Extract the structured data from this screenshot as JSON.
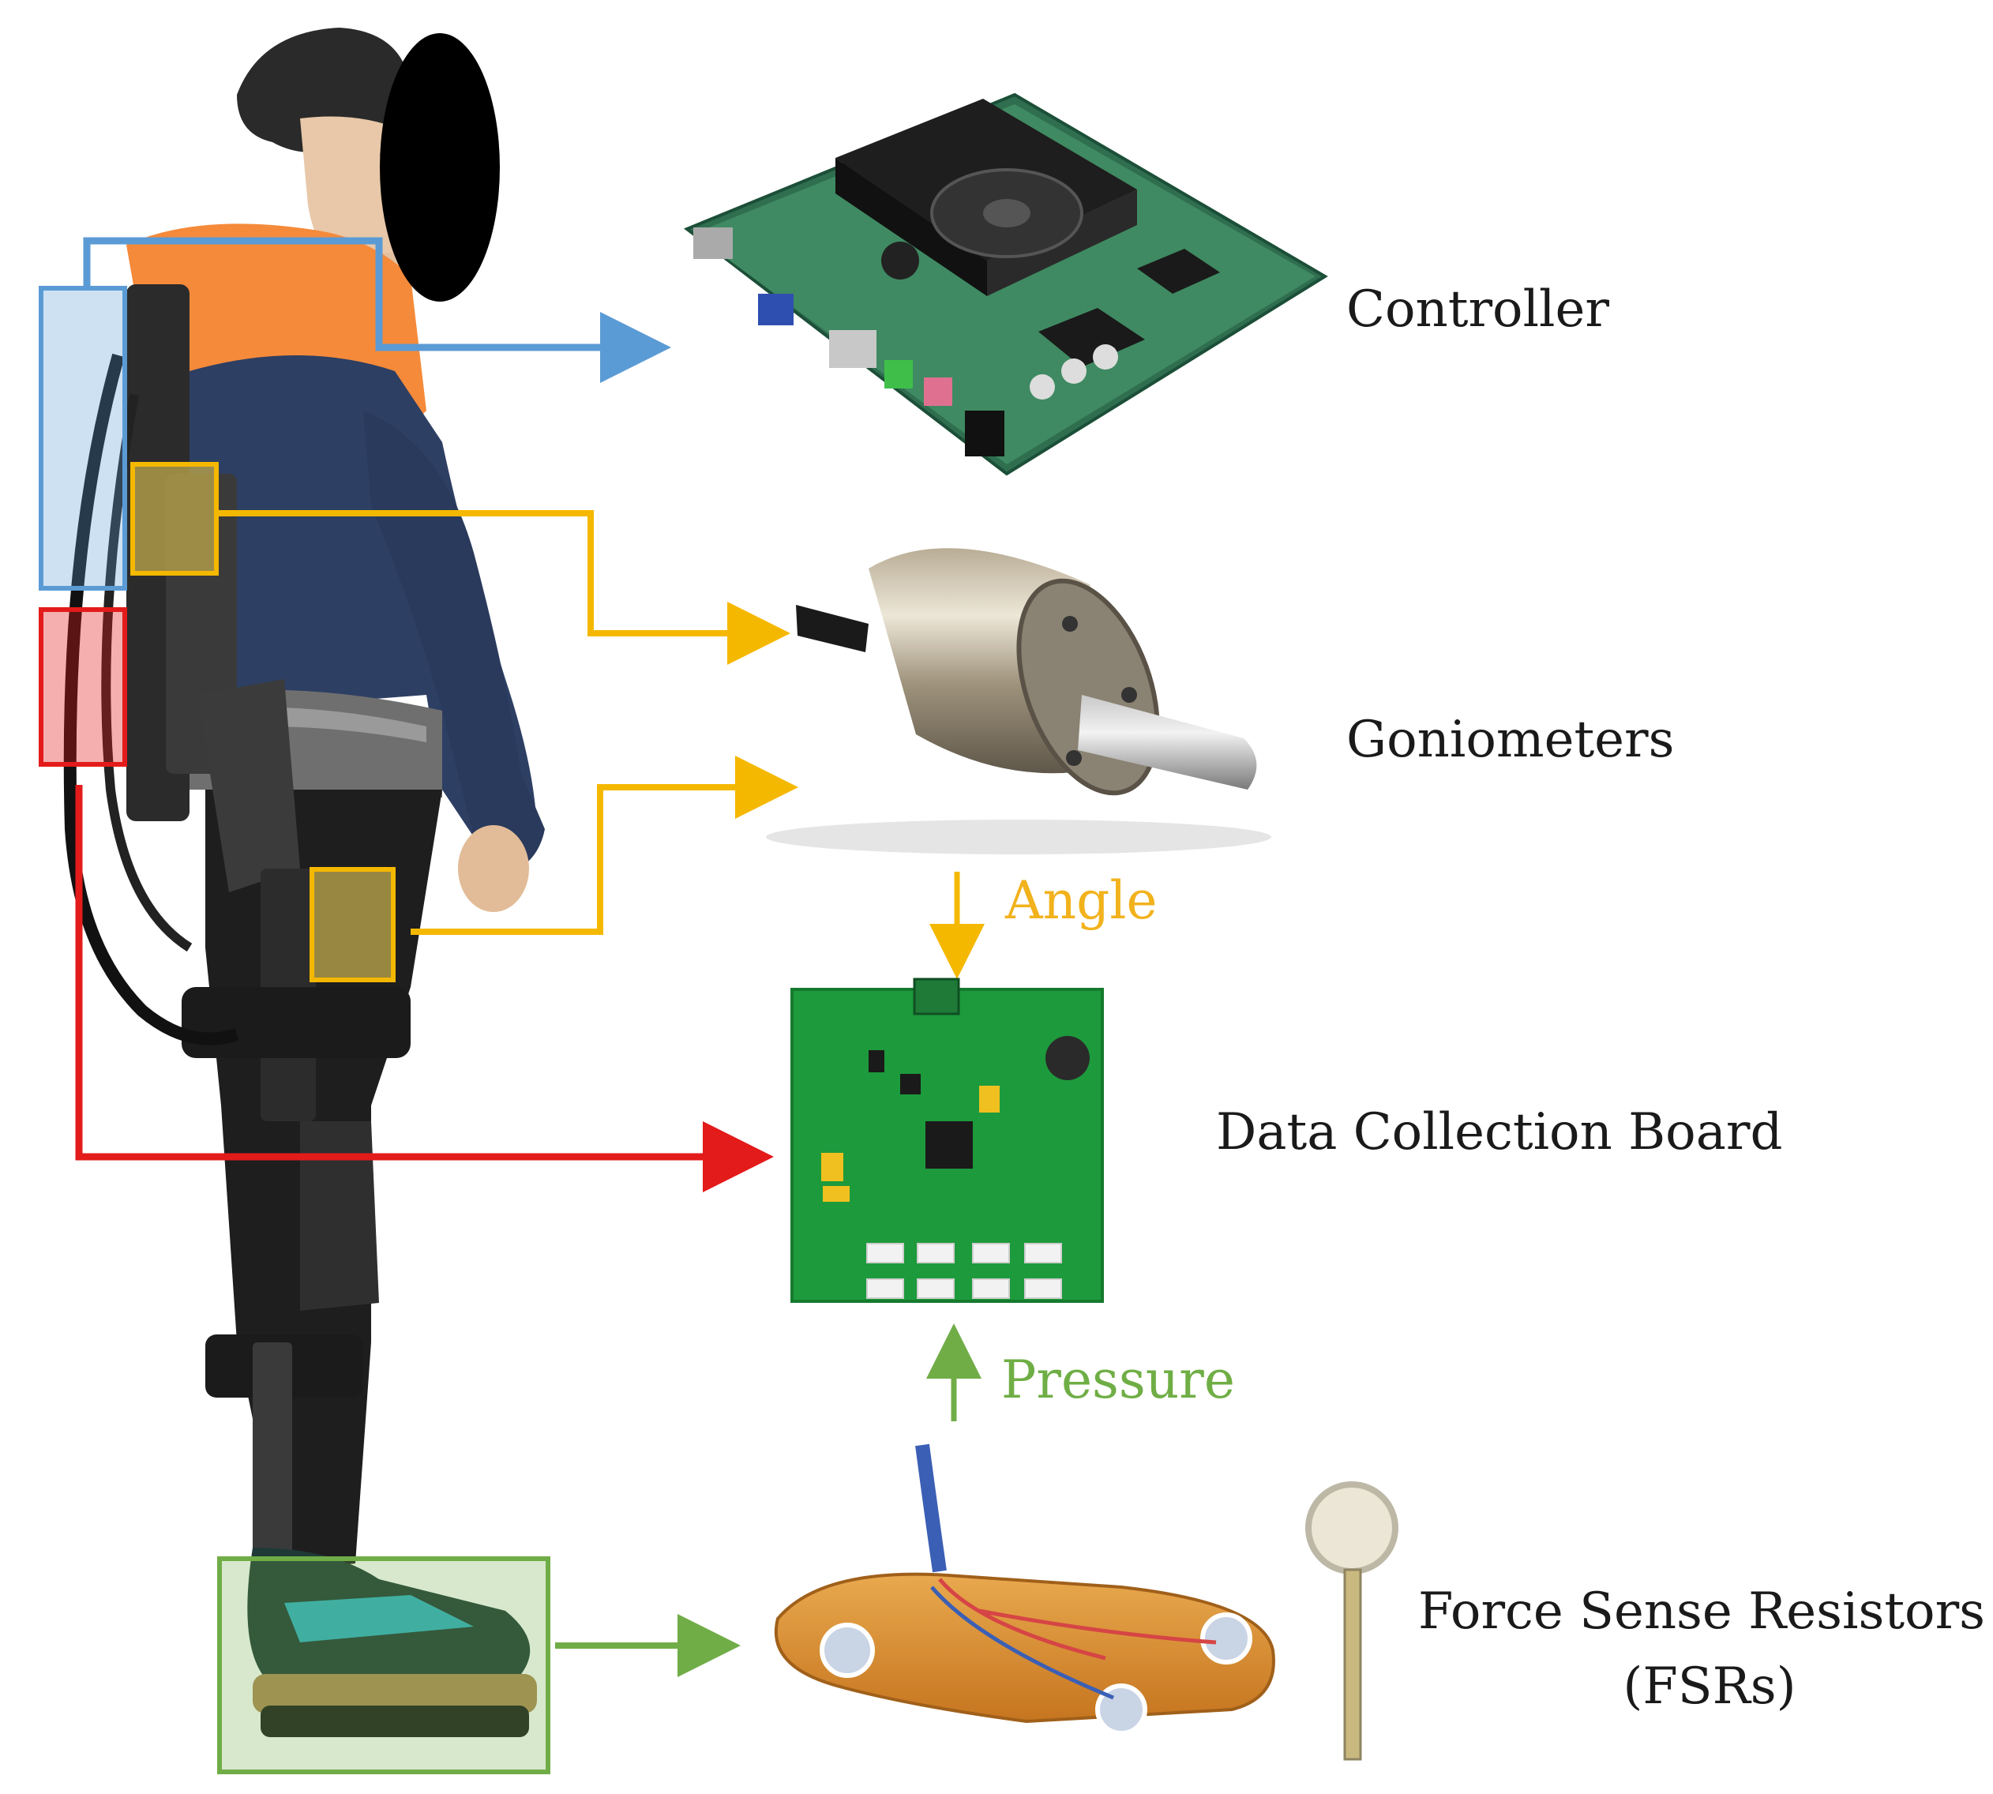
{
  "components": {
    "controller": "Controller",
    "goniometers": "Goniometers",
    "data_board": "Data Collection Board",
    "fsr_line1": "Force Sense Resistors",
    "fsr_line2": "(FSRs)"
  },
  "signals": {
    "angle": "Angle",
    "pressure": "Pressure"
  },
  "colors": {
    "blue": "#5b9bd5",
    "yellow": "#f5b800",
    "red": "#e31b1b",
    "green": "#70ad47",
    "angle_text": "#f2b21c",
    "pressure_text": "#6fae45"
  }
}
